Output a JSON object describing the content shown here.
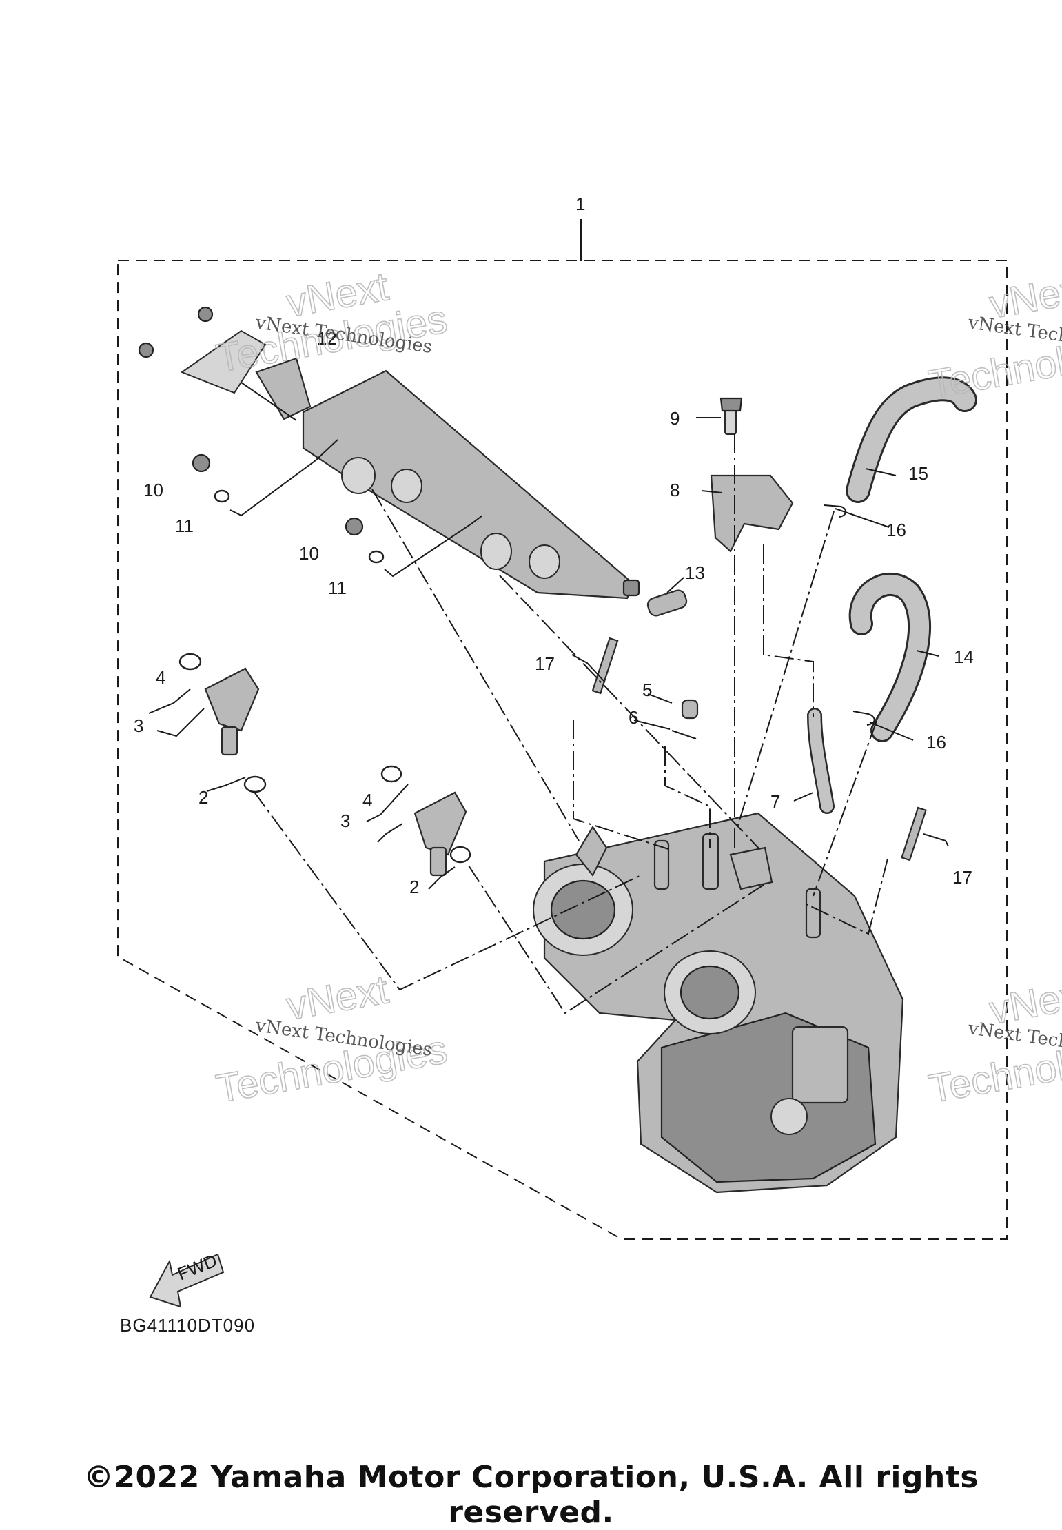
{
  "callouts": {
    "c1": "1",
    "c2a": "2",
    "c2b": "2",
    "c3a": "3",
    "c3b": "3",
    "c4a": "4",
    "c4b": "4",
    "c5": "5",
    "c6": "6",
    "c7": "7",
    "c8": "8",
    "c9": "9",
    "c10a": "10",
    "c10b": "10",
    "c11a": "11",
    "c11b": "11",
    "c12": "12",
    "c13": "13",
    "c14": "14",
    "c15": "15",
    "c16a": "16",
    "c16b": "16",
    "c17a": "17",
    "c17b": "17"
  },
  "watermark": {
    "small": "vNext Technologies",
    "line1": "vNext",
    "line2": "Technologies"
  },
  "fwd_label": "FWD",
  "diagram_code": "BG41110DT090",
  "copyright": "©2022 Yamaha Motor Corporation, U.S.A. All rights reserved."
}
